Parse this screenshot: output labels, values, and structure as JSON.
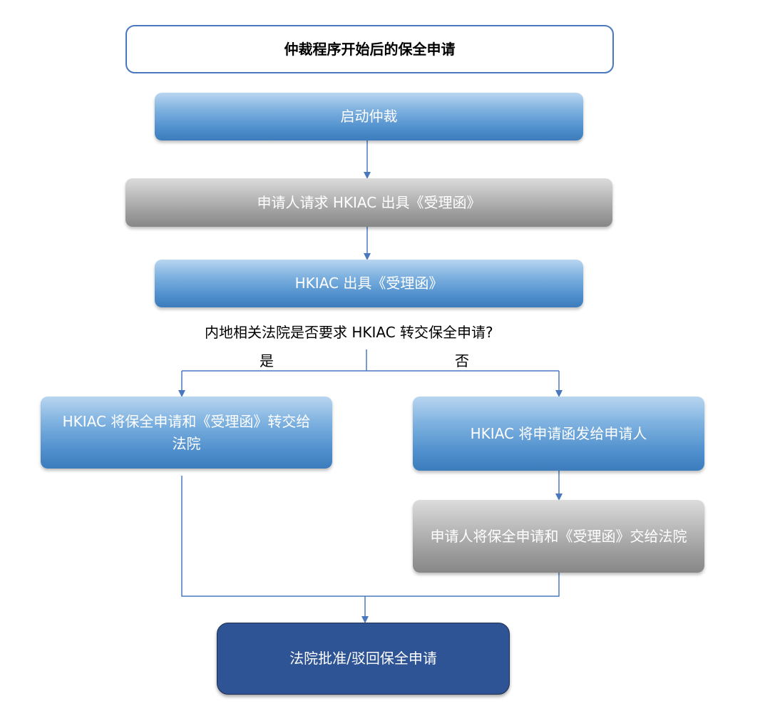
{
  "title": "仲裁程序开始后的保全申请",
  "steps": {
    "start_arbitration": "启动仲裁",
    "applicant_request": "申请人请求 HKIAC 出具《受理函》",
    "hkiac_issue": "HKIAC 出具《受理函》",
    "question": "内地相关法院是否要求 HKIAC 转交保全申请?",
    "yes": "是",
    "no": "否",
    "hkiac_forward": "HKIAC 将保全申请和《受理函》转交给法院",
    "hkiac_send_letter": "HKIAC 将申请函发给申请人",
    "applicant_submit": "申请人将保全申请和《受理函》交给法院",
    "court_decision": "法院批准/驳回保全申请"
  },
  "colors": {
    "connector": "#4a78bf",
    "blue_box": "#4f8fcd",
    "grey_box": "#9a9a9a",
    "dark_box": "#2f5496"
  }
}
